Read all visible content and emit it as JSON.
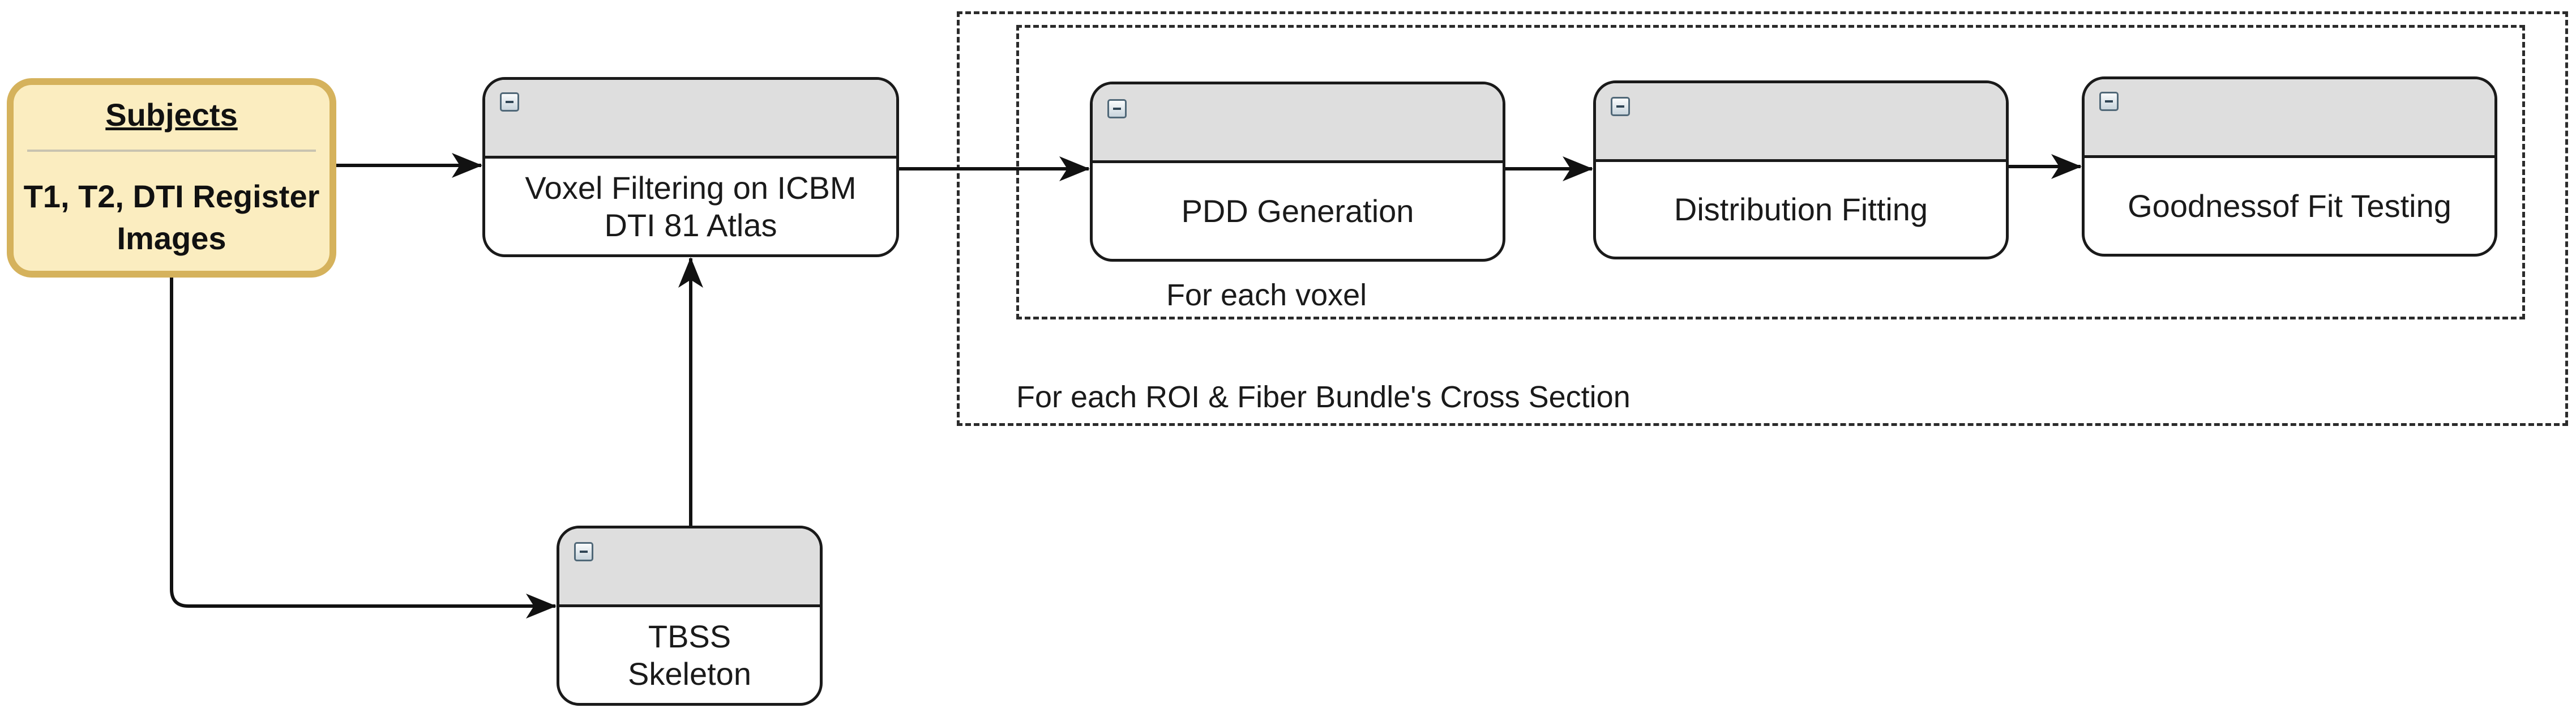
{
  "regions": {
    "outer_label": "For each ROI & Fiber Bundle's Cross Section",
    "inner_label": "For each voxel"
  },
  "nodes": {
    "subjects": {
      "title": "Subjects",
      "line1": "T1, T2, DTI Register",
      "line2": "Images"
    },
    "voxel_filter": {
      "line1": "Voxel Filtering on ICBM",
      "line2": "DTI 81 Atlas"
    },
    "tbss": {
      "line1": "TBSS",
      "line2": "Skeleton"
    },
    "pdd": {
      "label": "PDD Generation"
    },
    "dist_fit": {
      "label": "Distribution Fitting"
    },
    "gof": {
      "label": "Goodnessof Fit Testing"
    }
  },
  "colors": {
    "subjects_fill": "#fbedc0",
    "subjects_border": "#d5b25c",
    "header_fill": "#dedede",
    "stroke": "#1a1a1a"
  },
  "icons": {
    "collapse": "minus-square-icon",
    "connector_head": "arrowhead-icon"
  }
}
